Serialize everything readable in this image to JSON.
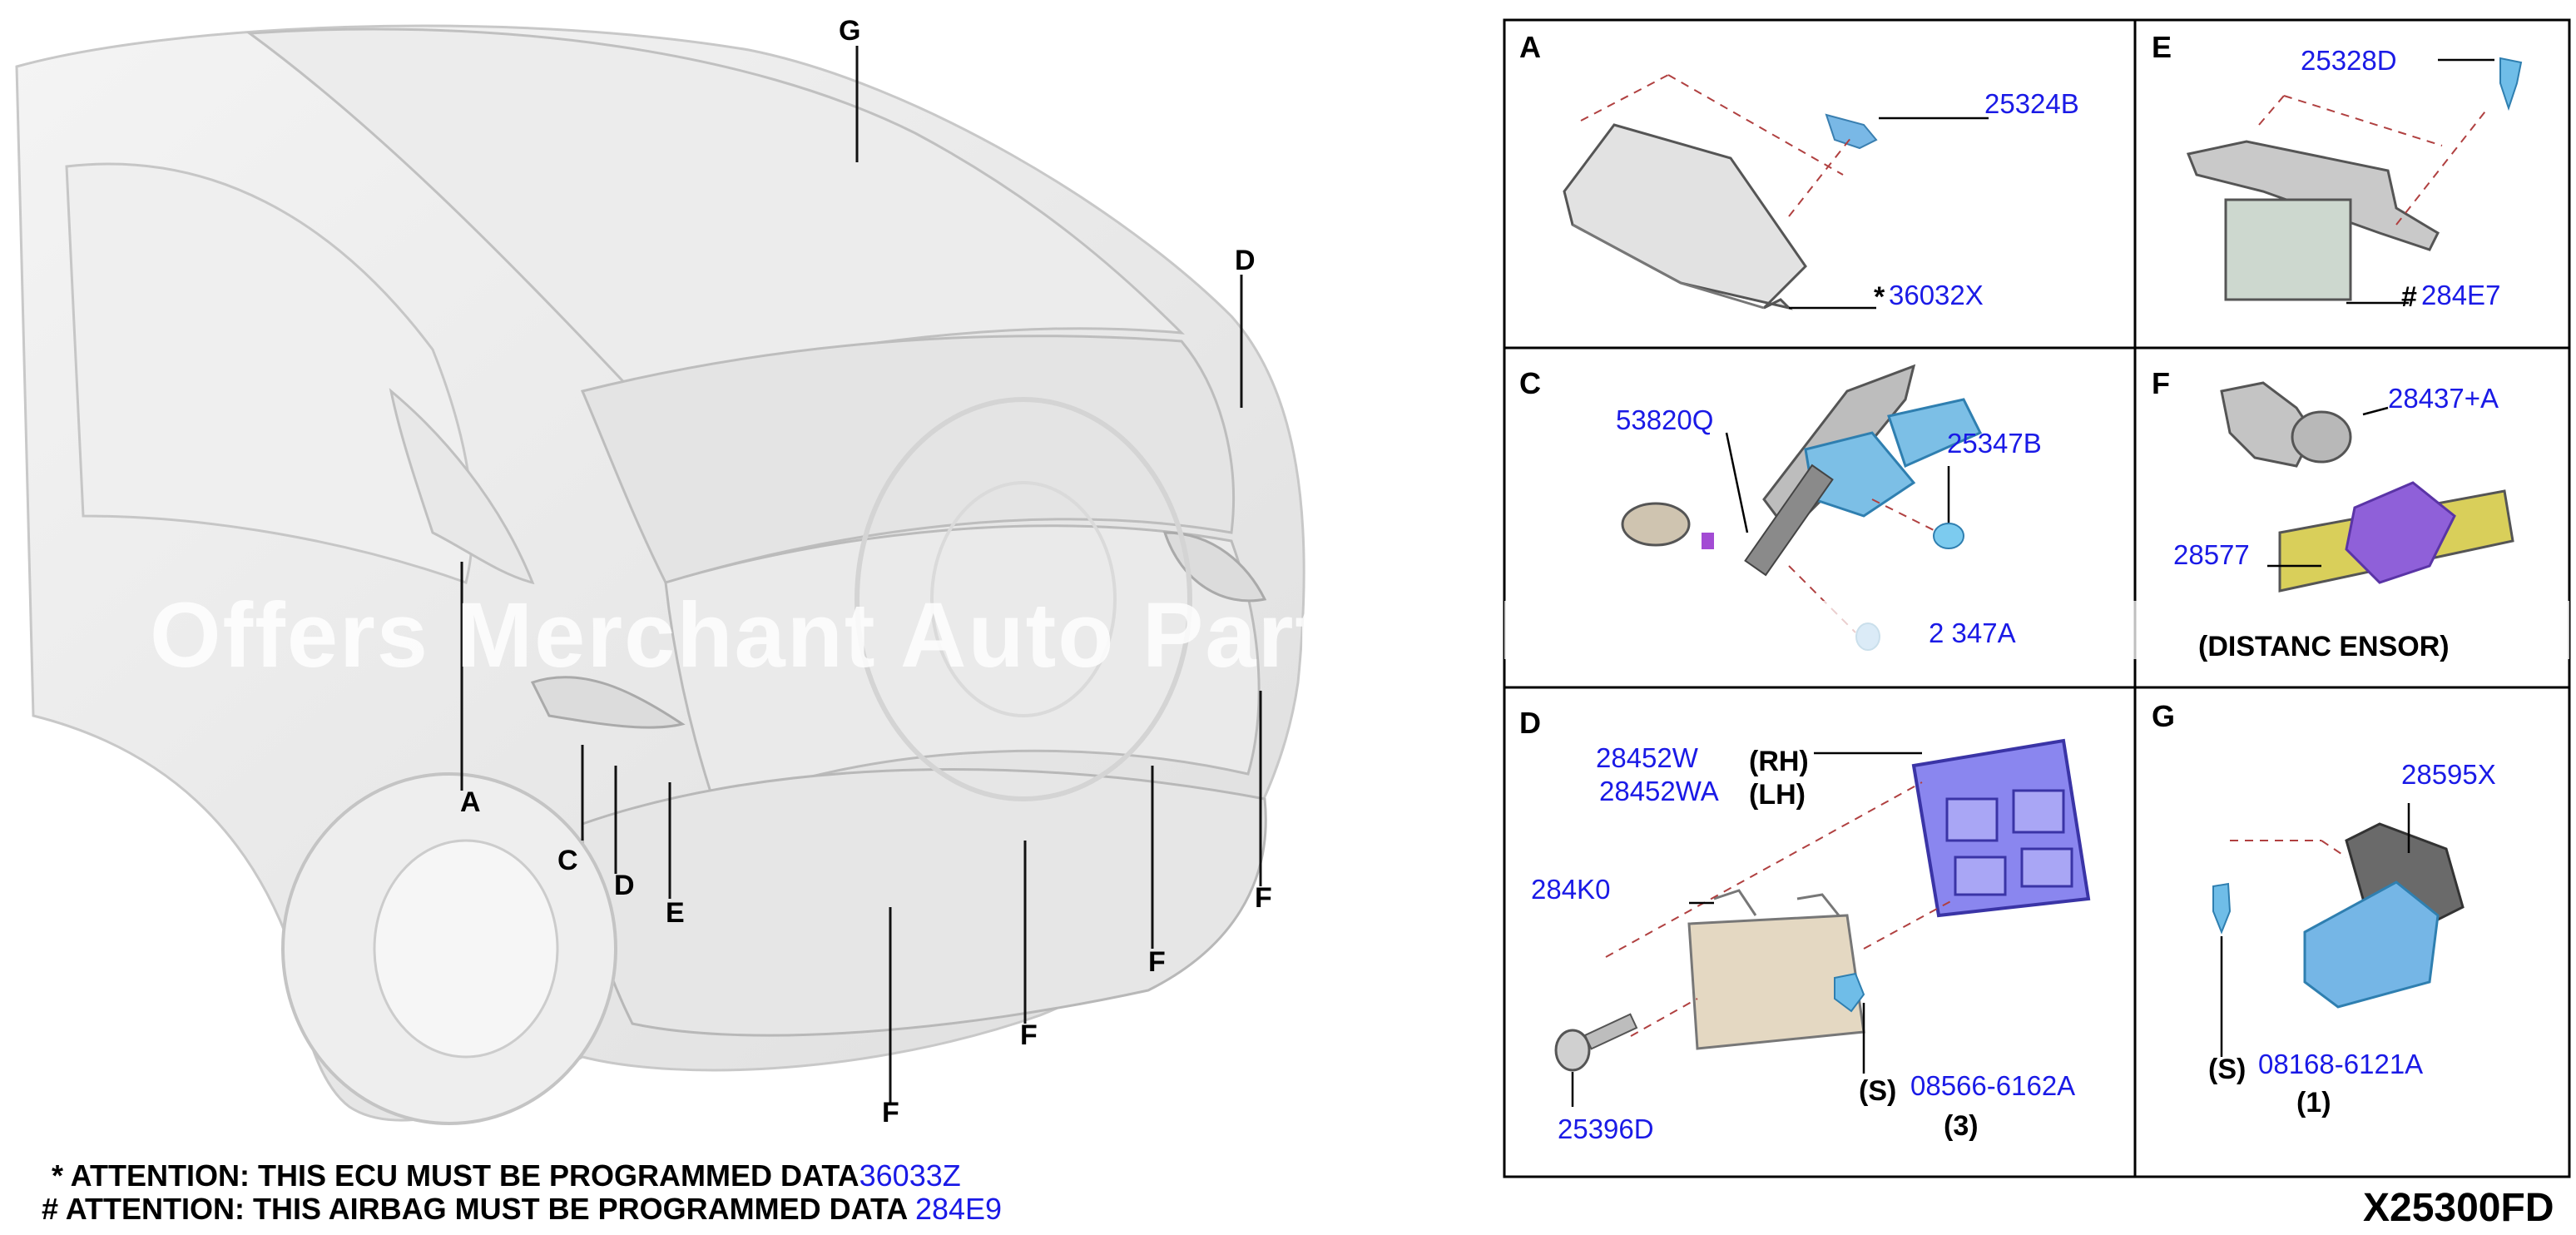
{
  "vehicle_callouts": [
    {
      "id": "g",
      "text": "G"
    },
    {
      "id": "d-top",
      "text": "D"
    },
    {
      "id": "a",
      "text": "A"
    },
    {
      "id": "c",
      "text": "C"
    },
    {
      "id": "d",
      "text": "D"
    },
    {
      "id": "e",
      "text": "E"
    },
    {
      "id": "f1",
      "text": "F"
    },
    {
      "id": "f2",
      "text": "F"
    },
    {
      "id": "f3",
      "text": "F"
    },
    {
      "id": "f4",
      "text": "F"
    }
  ],
  "watermark": "Offers Merchant Auto Part",
  "notes": {
    "line1_text": "* ATTENTION: THIS ECU MUST BE PROGRAMMED DATA",
    "line1_part": "36033Z",
    "line2_text": "# ATTENTION: THIS AIRBAG MUST BE PROGRAMMED DATA",
    "line2_part": "284E9"
  },
  "diagram_code": "X25300FD",
  "sections": {
    "A": {
      "label": "A",
      "parts": {
        "p1": "25324B",
        "p2_mark": "*",
        "p2": "36032X"
      }
    },
    "E": {
      "label": "E",
      "parts": {
        "p1": "25328D",
        "p2_mark": "#",
        "p2": "284E7"
      }
    },
    "C": {
      "label": "C",
      "parts": {
        "p1": "53820Q",
        "p2": "25347B",
        "p3": "2 347A"
      }
    },
    "F": {
      "label": "F",
      "parts": {
        "p1": "28437+A",
        "p2": "28577"
      },
      "caption": "(DISTANC  ENSOR)"
    },
    "D": {
      "label": "D",
      "parts": {
        "p1": "28452W",
        "p1_side": "(RH)",
        "p2": "28452WA",
        "p2_side": "(LH)",
        "p3": "284K0",
        "p4_mark": "(S)",
        "p4": "08566-6162A",
        "p4_qty": "(3)",
        "p5": "25396D"
      }
    },
    "G": {
      "label": "G",
      "parts": {
        "p1": "28595X",
        "p2_mark": "(S)",
        "p2": "08168-6121A",
        "p2_qty": "(1)"
      }
    }
  }
}
